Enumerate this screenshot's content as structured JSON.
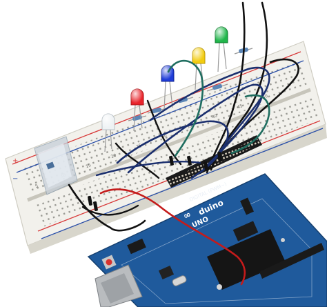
{
  "photo": {
    "subject": "breadboard-arduino-led-circuit"
  },
  "arduino": {
    "brand_line1": "UNO",
    "brand_line2": "duino",
    "brand_prefix": "∞",
    "header_text": "DIGITAL (PWM~)",
    "board_color": "#1f5a9c"
  },
  "breadboard": {
    "row_numbers": [
      "5",
      "10",
      "15",
      "20",
      "25",
      "30",
      "35",
      "40",
      "45",
      "50"
    ],
    "rail_plus": "+",
    "rail_minus": "−"
  },
  "colors": {
    "breadboard": "#f2f1ec",
    "rail_red": "#d83a3a",
    "rail_blue": "#2a4fa8",
    "wire_black": "#111111",
    "wire_navy": "#1b2f6e",
    "wire_green": "#1f6e60",
    "wire_red": "#c41b1b",
    "led_red": "#e8232a",
    "led_blue": "#1e3cd8",
    "led_yellow": "#f2cc10",
    "led_green": "#20b64a",
    "led_white": "#eef2f4"
  }
}
